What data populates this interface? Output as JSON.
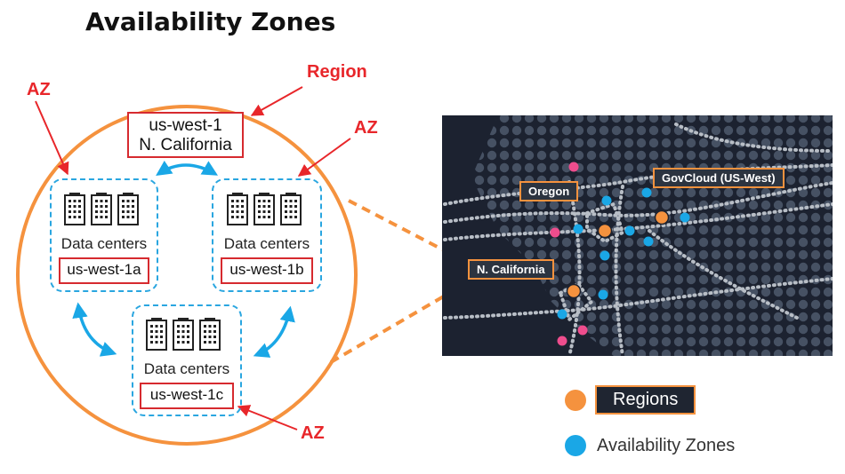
{
  "title": "Availability Zones",
  "labels": {
    "region_pointer": "Region",
    "az_pointer_1": "AZ",
    "az_pointer_2": "AZ",
    "az_pointer_3": "AZ"
  },
  "region": {
    "code": "us-west-1",
    "name": "N. California"
  },
  "availability_zones": [
    {
      "caption": "Data centers",
      "id": "us-west-1a"
    },
    {
      "caption": "Data centers",
      "id": "us-west-1b"
    },
    {
      "caption": "Data centers",
      "id": "us-west-1c"
    }
  ],
  "map": {
    "tags": [
      "Oregon",
      "GovCloud (US-West)",
      "N. California"
    ]
  },
  "legend": {
    "regions": "Regions",
    "availability_zones": "Availability Zones"
  },
  "colors": {
    "region_orange": "#f5923e",
    "az_blue": "#1aa7e6",
    "pointer_red": "#e8262a",
    "map_bg": "#1c2230",
    "pink": "#ee4d8d"
  }
}
